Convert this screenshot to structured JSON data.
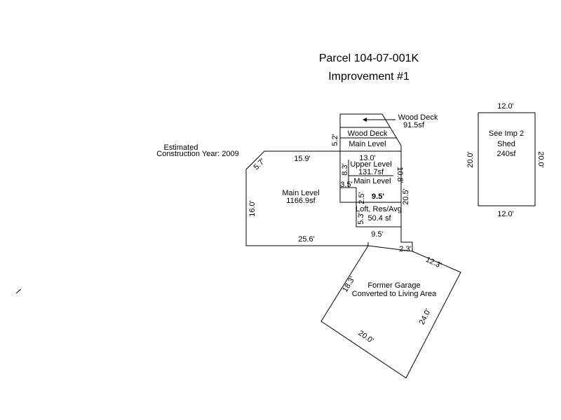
{
  "header": {
    "parcel": "Parcel 104-07-001K",
    "improvement": "Improvement #1"
  },
  "notes": {
    "year_line1": "Estimated",
    "year_line2": "Construction Year: 2009"
  },
  "areas": {
    "wood_deck_name": "Wood Deck",
    "wood_deck_size": "91.5sf",
    "wood_deck_inner": "Wood Deck",
    "main_level_small": "Main Level",
    "upper_level_name": "Upper Level",
    "upper_level_size": "131.7sf",
    "upper_main_level": "Main Level",
    "main_level_name": "Main Level",
    "main_level_size": "1166.9sf",
    "loft_name": "Loft, Res/Avg",
    "loft_size": "50.4 sf",
    "garage_line1": "Former Garage",
    "garage_line2": "Converted to Living Area",
    "shed_line1": "See Imp 2",
    "shed_line2": "Shed",
    "shed_line3": "240sf"
  },
  "dimensions": {
    "deck_side": "5.2'",
    "upper_top": "13.0'",
    "upper_left": "8.3'",
    "upper_right": "10.8'",
    "small_left": "3.5'",
    "loft_top_left": "2.5'",
    "loft_top": "9.5'",
    "loft_left": "5.3'",
    "loft_bottom": "9.5'",
    "main_right": "20.5'",
    "main_top": "15.9'",
    "main_diag": "5.7'",
    "main_left": "16.0'",
    "main_bottom": "25.6'",
    "garage_step": "2.3'",
    "garage_top_right": "12.3'",
    "garage_right": "24.0'",
    "garage_bottom": "20.0'",
    "garage_left": "18.3'",
    "shed_top": "12.0'",
    "shed_bottom": "12.0'",
    "shed_left": "20.0'",
    "shed_right": "20.0'"
  }
}
